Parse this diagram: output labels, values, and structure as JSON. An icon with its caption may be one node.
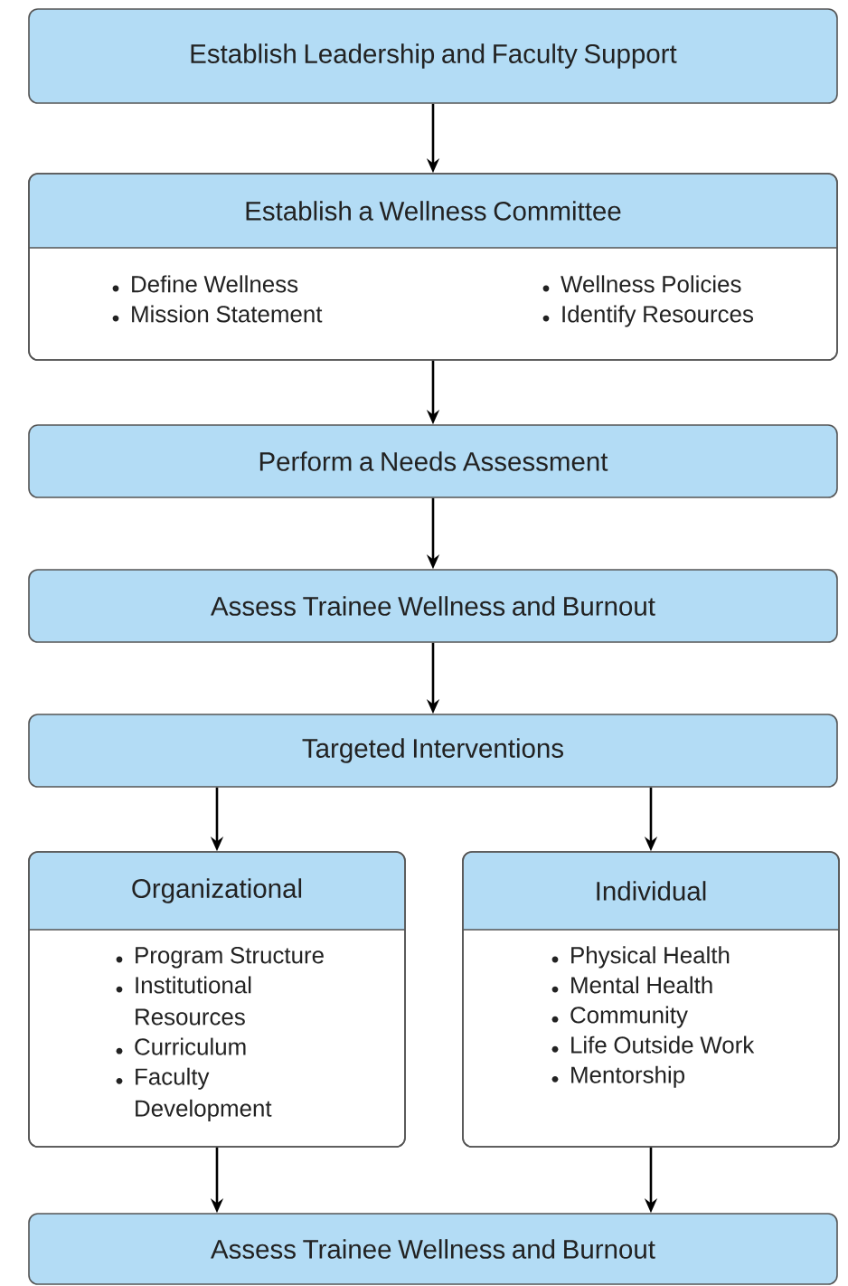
{
  "diagram": {
    "nodes": [
      {
        "text": [
          "Establish Leadership and Faculty Support"
        ]
      },
      {
        "text": [
          "Establish a Wellness Committee",
          "Define Wellness",
          "Mission Statement",
          "Wellness Policies",
          "Identify Resources"
        ]
      },
      {
        "text": [
          "Perform a Needs Assessment"
        ]
      },
      {
        "text": [
          "Assess Trainee Wellness and Burnout"
        ]
      },
      {
        "text": [
          "Targeted Interventions"
        ]
      },
      {
        "text": [
          "Organizational",
          "Program Structure",
          "Institutional Resources",
          "Curriculum",
          "Faculty Development"
        ]
      },
      {
        "text": [
          "Individual",
          "Physical Health",
          "Mental Health",
          "Community",
          "Life Outside Work",
          "Mentorship"
        ]
      },
      {
        "text": [
          "Assess Trainee Wellness and Burnout"
        ]
      }
    ],
    "edges": [
      {
        "from": 0,
        "to": 1,
        "arrow": "to"
      },
      {
        "from": 1,
        "to": 2,
        "arrow": "to"
      },
      {
        "from": 2,
        "to": 3,
        "arrow": "to"
      },
      {
        "from": 3,
        "to": 4,
        "arrow": "to"
      },
      {
        "from": 4,
        "to": 5,
        "arrow": "to"
      },
      {
        "from": 4,
        "to": 6,
        "arrow": "to"
      },
      {
        "from": 5,
        "to": 7,
        "arrow": "to"
      },
      {
        "from": 6,
        "to": 7,
        "arrow": "to"
      }
    ]
  }
}
